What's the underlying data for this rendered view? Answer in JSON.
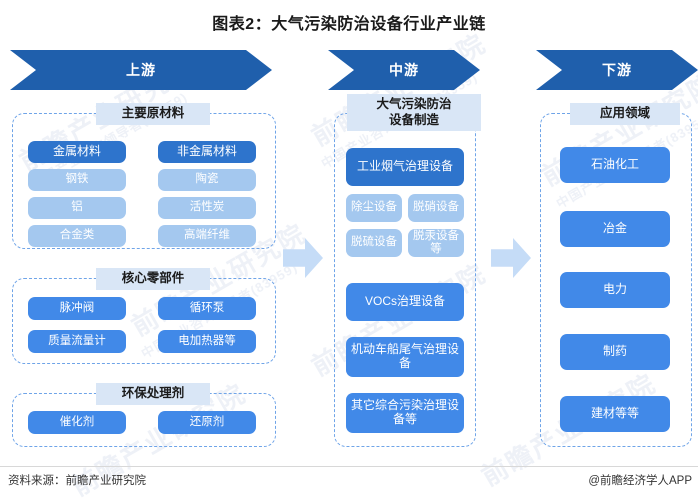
{
  "title": "图表2：大气污染防治设备行业产业链",
  "headers": {
    "upstream": "上游",
    "midstream": "中游",
    "downstream": "下游"
  },
  "upstream": {
    "groups": [
      {
        "title": "主要原材料",
        "items": [
          {
            "label": "金属材料",
            "style": "lead"
          },
          {
            "label": "非金属材料",
            "style": "lead"
          },
          {
            "label": "钢铁",
            "style": "light"
          },
          {
            "label": "陶瓷",
            "style": "light"
          },
          {
            "label": "铝",
            "style": "light"
          },
          {
            "label": "活性炭",
            "style": "light"
          },
          {
            "label": "合金类",
            "style": "light"
          },
          {
            "label": "高端纤维",
            "style": "light"
          }
        ]
      },
      {
        "title": "核心零部件",
        "items": [
          {
            "label": "脉冲阀",
            "style": "mid"
          },
          {
            "label": "循环泵",
            "style": "mid"
          },
          {
            "label": "质量流量计",
            "style": "mid"
          },
          {
            "label": "电加热器等",
            "style": "mid"
          }
        ]
      },
      {
        "title": "环保处理剂",
        "items": [
          {
            "label": "催化剂",
            "style": "mid"
          },
          {
            "label": "还原剂",
            "style": "mid"
          }
        ]
      }
    ]
  },
  "midstream": {
    "title": "大气污染防治\n设备制造",
    "title_line1": "大气污染防治",
    "title_line2": "设备制造",
    "items": [
      {
        "label": "工业烟气治理设备",
        "style": "lead"
      },
      {
        "label": "除尘设备",
        "style": "light"
      },
      {
        "label": "脱硝设备",
        "style": "light"
      },
      {
        "label": "脱硫设备",
        "style": "light"
      },
      {
        "label": "脱汞设备等",
        "style": "light"
      },
      {
        "label": "VOCs治理设备",
        "style": "mid"
      },
      {
        "label": "机动车船尾气治理设备",
        "style": "mid"
      },
      {
        "label": "其它综合污染治理设备等",
        "style": "mid"
      }
    ]
  },
  "downstream": {
    "title": "应用领域",
    "items": [
      {
        "label": "石油化工"
      },
      {
        "label": "冶金"
      },
      {
        "label": "电力"
      },
      {
        "label": "制药"
      },
      {
        "label": "建材等等"
      }
    ]
  },
  "footer": {
    "source": "资料来源：前瞻产业研究院",
    "brand": "@前瞻经济学人APP"
  },
  "watermarks": {
    "main": "前瞻产业研究院",
    "sub": "中国产业咨询领导者(83959)"
  },
  "colors": {
    "chevron": "#1f5fac",
    "lead_chip": "#2e74cc",
    "light_chip": "#a4c8ef",
    "mid_chip": "#4189e8",
    "panel_border": "#6fa4e8",
    "panel_title_bg": "#d9e6f6",
    "connector": "#c5dcf7"
  }
}
